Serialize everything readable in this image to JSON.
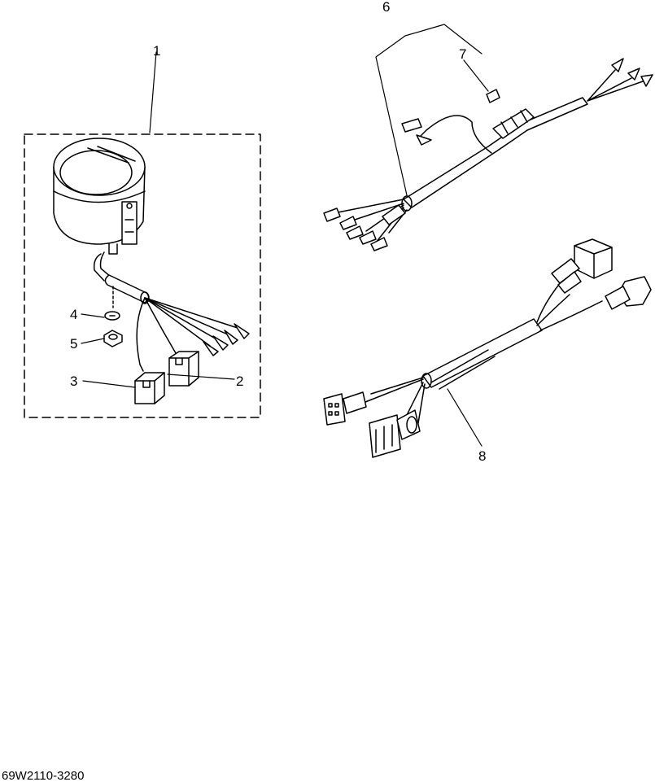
{
  "callouts": {
    "c1": "1",
    "c2": "2",
    "c3": "3",
    "c4": "4",
    "c5": "5",
    "c6": "6",
    "c7": "7",
    "c8": "8"
  },
  "drawing_code": "69W2110-3280",
  "colors": {
    "ink": "#000000",
    "background": "#ffffff"
  }
}
